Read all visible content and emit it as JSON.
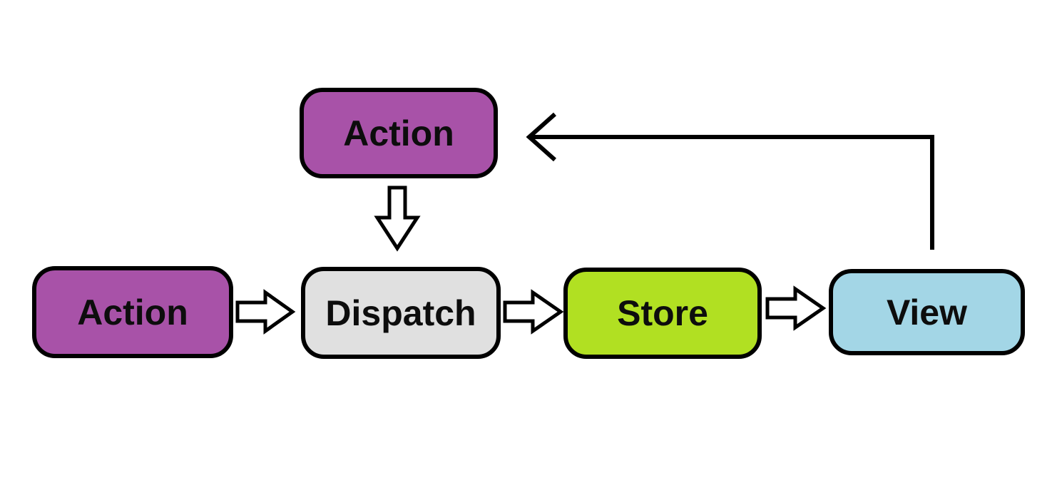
{
  "diagram": {
    "nodes": {
      "action_top": {
        "label": "Action",
        "fill": "#A852A8"
      },
      "action_left": {
        "label": "Action",
        "fill": "#A852A8"
      },
      "dispatch": {
        "label": "Dispatch",
        "fill": "#E0E0E0"
      },
      "store": {
        "label": "Store",
        "fill": "#B1E022"
      },
      "view": {
        "label": "View",
        "fill": "#A3D6E6"
      }
    },
    "edges": [
      {
        "from": "action_top",
        "to": "dispatch",
        "style": "block-arrow-down"
      },
      {
        "from": "action_left",
        "to": "dispatch",
        "style": "block-arrow-right"
      },
      {
        "from": "dispatch",
        "to": "store",
        "style": "block-arrow-right"
      },
      {
        "from": "store",
        "to": "view",
        "style": "block-arrow-right"
      },
      {
        "from": "view",
        "to": "action_top",
        "style": "thin-line-arrow-left"
      }
    ],
    "colors": {
      "border": "#000000",
      "text": "#0d0d0d",
      "background": "#ffffff"
    }
  }
}
